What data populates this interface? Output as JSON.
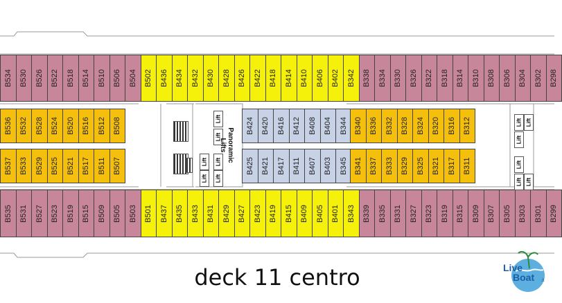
{
  "colors": {
    "pink": "#c8869b",
    "yellow": "#f6f10a",
    "orange": "#f5bf0d",
    "blue": "#c7d2e6",
    "corridor": "#ffffff",
    "outline": "#9a9a9a"
  },
  "outer_rows": {
    "top": [
      {
        "label": "B534",
        "color": "pink"
      },
      {
        "label": "B530",
        "color": "pink"
      },
      {
        "label": "B526",
        "color": "pink"
      },
      {
        "label": "B522",
        "color": "pink"
      },
      {
        "label": "B518",
        "color": "pink"
      },
      {
        "label": "B514",
        "color": "pink"
      },
      {
        "label": "B510",
        "color": "pink"
      },
      {
        "label": "B506",
        "color": "pink"
      },
      {
        "label": "B504",
        "color": "pink"
      },
      {
        "label": "B502",
        "color": "yellow"
      },
      {
        "label": "B436",
        "color": "yellow"
      },
      {
        "label": "B434",
        "color": "yellow"
      },
      {
        "label": "B432",
        "color": "yellow"
      },
      {
        "label": "B430",
        "color": "yellow"
      },
      {
        "label": "B428",
        "color": "yellow"
      },
      {
        "label": "B426",
        "color": "yellow"
      },
      {
        "label": "B422",
        "color": "yellow"
      },
      {
        "label": "B418",
        "color": "yellow"
      },
      {
        "label": "B414",
        "color": "yellow"
      },
      {
        "label": "B410",
        "color": "yellow"
      },
      {
        "label": "B406",
        "color": "yellow"
      },
      {
        "label": "B402",
        "color": "yellow"
      },
      {
        "label": "B342",
        "color": "yellow"
      },
      {
        "label": "B338",
        "color": "pink"
      },
      {
        "label": "B334",
        "color": "pink"
      },
      {
        "label": "B330",
        "color": "pink"
      },
      {
        "label": "B326",
        "color": "pink"
      },
      {
        "label": "B322",
        "color": "pink"
      },
      {
        "label": "B318",
        "color": "pink"
      },
      {
        "label": "B314",
        "color": "pink"
      },
      {
        "label": "B310",
        "color": "pink"
      },
      {
        "label": "B308",
        "color": "pink"
      },
      {
        "label": "B306",
        "color": "pink"
      },
      {
        "label": "B304",
        "color": "pink"
      },
      {
        "label": "B302",
        "color": "pink"
      },
      {
        "label": "B298",
        "color": "pink"
      }
    ],
    "bottom": [
      {
        "label": "B535",
        "color": "pink"
      },
      {
        "label": "B531",
        "color": "pink"
      },
      {
        "label": "B527",
        "color": "pink"
      },
      {
        "label": "B523",
        "color": "pink"
      },
      {
        "label": "B519",
        "color": "pink"
      },
      {
        "label": "B515",
        "color": "pink"
      },
      {
        "label": "B509",
        "color": "pink"
      },
      {
        "label": "B505",
        "color": "pink"
      },
      {
        "label": "B503",
        "color": "pink"
      },
      {
        "label": "B501",
        "color": "yellow"
      },
      {
        "label": "B437",
        "color": "yellow"
      },
      {
        "label": "B435",
        "color": "yellow"
      },
      {
        "label": "B433",
        "color": "yellow"
      },
      {
        "label": "B431",
        "color": "yellow"
      },
      {
        "label": "B429",
        "color": "yellow"
      },
      {
        "label": "B427",
        "color": "yellow"
      },
      {
        "label": "B423",
        "color": "yellow"
      },
      {
        "label": "B419",
        "color": "yellow"
      },
      {
        "label": "B415",
        "color": "yellow"
      },
      {
        "label": "B409",
        "color": "yellow"
      },
      {
        "label": "B405",
        "color": "yellow"
      },
      {
        "label": "B401",
        "color": "yellow"
      },
      {
        "label": "B343",
        "color": "yellow"
      },
      {
        "label": "B339",
        "color": "pink"
      },
      {
        "label": "B335",
        "color": "pink"
      },
      {
        "label": "B331",
        "color": "pink"
      },
      {
        "label": "B327",
        "color": "pink"
      },
      {
        "label": "B323",
        "color": "pink"
      },
      {
        "label": "B319",
        "color": "pink"
      },
      {
        "label": "B315",
        "color": "pink"
      },
      {
        "label": "B309",
        "color": "pink"
      },
      {
        "label": "B307",
        "color": "pink"
      },
      {
        "label": "B305",
        "color": "pink"
      },
      {
        "label": "B303",
        "color": "pink"
      },
      {
        "label": "B301",
        "color": "pink"
      },
      {
        "label": "B299",
        "color": "pink"
      }
    ]
  },
  "inner_blocks": {
    "left_top": {
      "color": "orange",
      "labels": [
        "B536",
        "B532",
        "B528",
        "B524",
        "B520",
        "B516",
        "B512",
        "B508"
      ]
    },
    "left_bottom": {
      "color": "orange",
      "labels": [
        "B537",
        "B533",
        "B529",
        "B525",
        "B521",
        "B517",
        "B511",
        "B507"
      ]
    },
    "mid_top": {
      "color": "blue",
      "labels": [
        "B424",
        "B420",
        "B416",
        "B412",
        "B408",
        "B404",
        "B344"
      ]
    },
    "mid_bottom": {
      "color": "blue",
      "labels": [
        "B425",
        "B421",
        "B417",
        "B411",
        "B407",
        "B403",
        "B345"
      ]
    },
    "right_top": {
      "color": "orange",
      "labels": [
        "B340",
        "B336",
        "B332",
        "B328",
        "B324",
        "B320",
        "B316",
        "B312"
      ]
    },
    "right_bottom": {
      "color": "orange",
      "labels": [
        "B341",
        "B337",
        "B333",
        "B329",
        "B325",
        "B321",
        "B317",
        "B311"
      ]
    }
  },
  "lift_label": "Lift",
  "panoramic_label": "Panoramic\nLifts",
  "caption": "deck 11 centro",
  "logo": {
    "line1": "Live",
    "line2": "Boat",
    "suffix": ".it",
    "colors": {
      "text": "#1b5fa8",
      "globe": "#3fa1d8",
      "palm": "#2f8a3a"
    }
  }
}
